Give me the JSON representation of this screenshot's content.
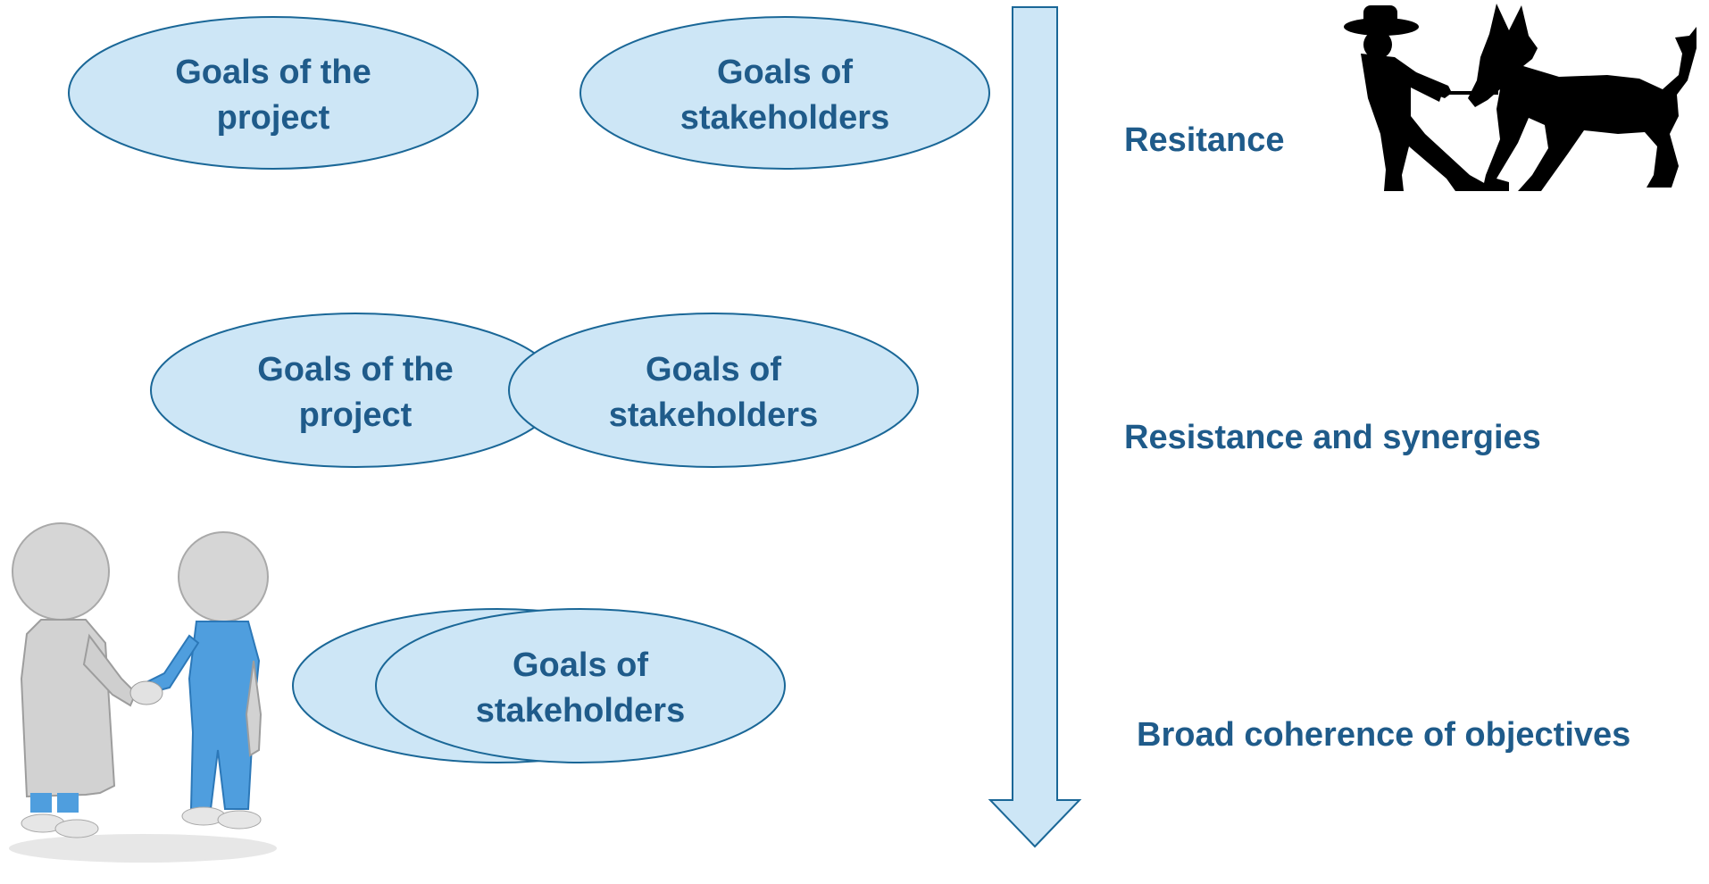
{
  "diagram": {
    "colors": {
      "ellipse_fill": "#cde6f6",
      "ellipse_stroke": "#1a6797",
      "text": "#1f5b8a",
      "arrow_fill": "#cde6f6",
      "arrow_stroke": "#1a6797"
    },
    "rows": [
      {
        "project_line1": "Goals of the",
        "project_line2": "project",
        "stakeholder_line1": "Goals of",
        "stakeholder_line2": "stakeholders",
        "outcome": "Resitance"
      },
      {
        "project_line1": "Goals of the",
        "project_line2": "project",
        "stakeholder_line1": "Goals of",
        "stakeholder_line2": "stakeholders",
        "outcome": "Resistance and synergies"
      },
      {
        "stakeholder_line1": "Goals of",
        "stakeholder_line2": "stakeholders",
        "outcome": "Broad coherence of objectives"
      }
    ],
    "illustrations": {
      "top": "man-pulling-donkey-icon",
      "bottom": "handshake-figures-icon"
    }
  }
}
